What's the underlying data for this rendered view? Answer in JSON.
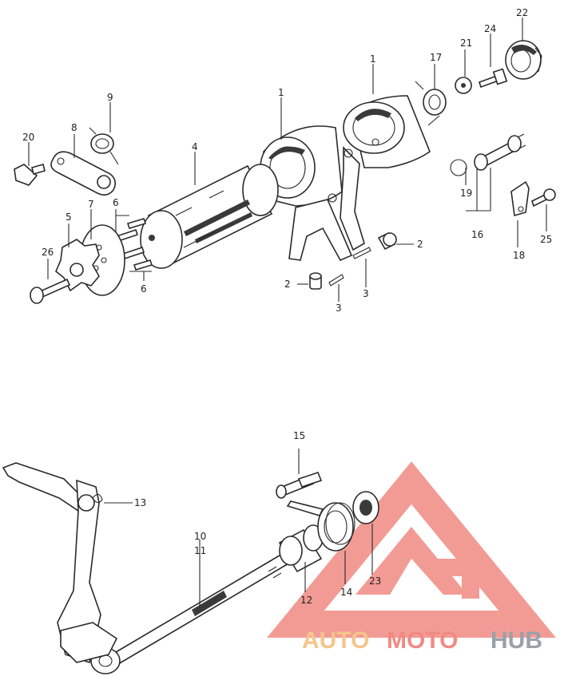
{
  "callouts": [
    {
      "id": "n1a",
      "label": "1"
    },
    {
      "id": "n1b",
      "label": "1"
    },
    {
      "id": "n2a",
      "label": "2"
    },
    {
      "id": "n2b",
      "label": "2"
    },
    {
      "id": "n3a",
      "label": "3"
    },
    {
      "id": "n3b",
      "label": "3"
    },
    {
      "id": "n4",
      "label": "4"
    },
    {
      "id": "n5",
      "label": "5"
    },
    {
      "id": "n6a",
      "label": "6"
    },
    {
      "id": "n6b",
      "label": "6"
    },
    {
      "id": "n7",
      "label": "7"
    },
    {
      "id": "n8",
      "label": "8"
    },
    {
      "id": "n9",
      "label": "9"
    },
    {
      "id": "n10",
      "label": "10"
    },
    {
      "id": "n11",
      "label": "11"
    },
    {
      "id": "n12",
      "label": "12"
    },
    {
      "id": "n13",
      "label": "13"
    },
    {
      "id": "n14",
      "label": "14"
    },
    {
      "id": "n15",
      "label": "15"
    },
    {
      "id": "n16",
      "label": "16"
    },
    {
      "id": "n17",
      "label": "17"
    },
    {
      "id": "n18",
      "label": "18"
    },
    {
      "id": "n19",
      "label": "19"
    },
    {
      "id": "n20",
      "label": "20"
    },
    {
      "id": "n21",
      "label": "21"
    },
    {
      "id": "n22",
      "label": "22"
    },
    {
      "id": "n23",
      "label": "23"
    },
    {
      "id": "n24",
      "label": "24"
    },
    {
      "id": "n25",
      "label": "25"
    },
    {
      "id": "n26",
      "label": "26"
    }
  ],
  "watermark": {
    "part1": "AUTO",
    "part2": "MOTO",
    "part3": "HUB",
    "color1": "#f5c58a",
    "color2": "#f08a82",
    "color3": "#9aa0a8",
    "logo_color": "#f08a82"
  }
}
